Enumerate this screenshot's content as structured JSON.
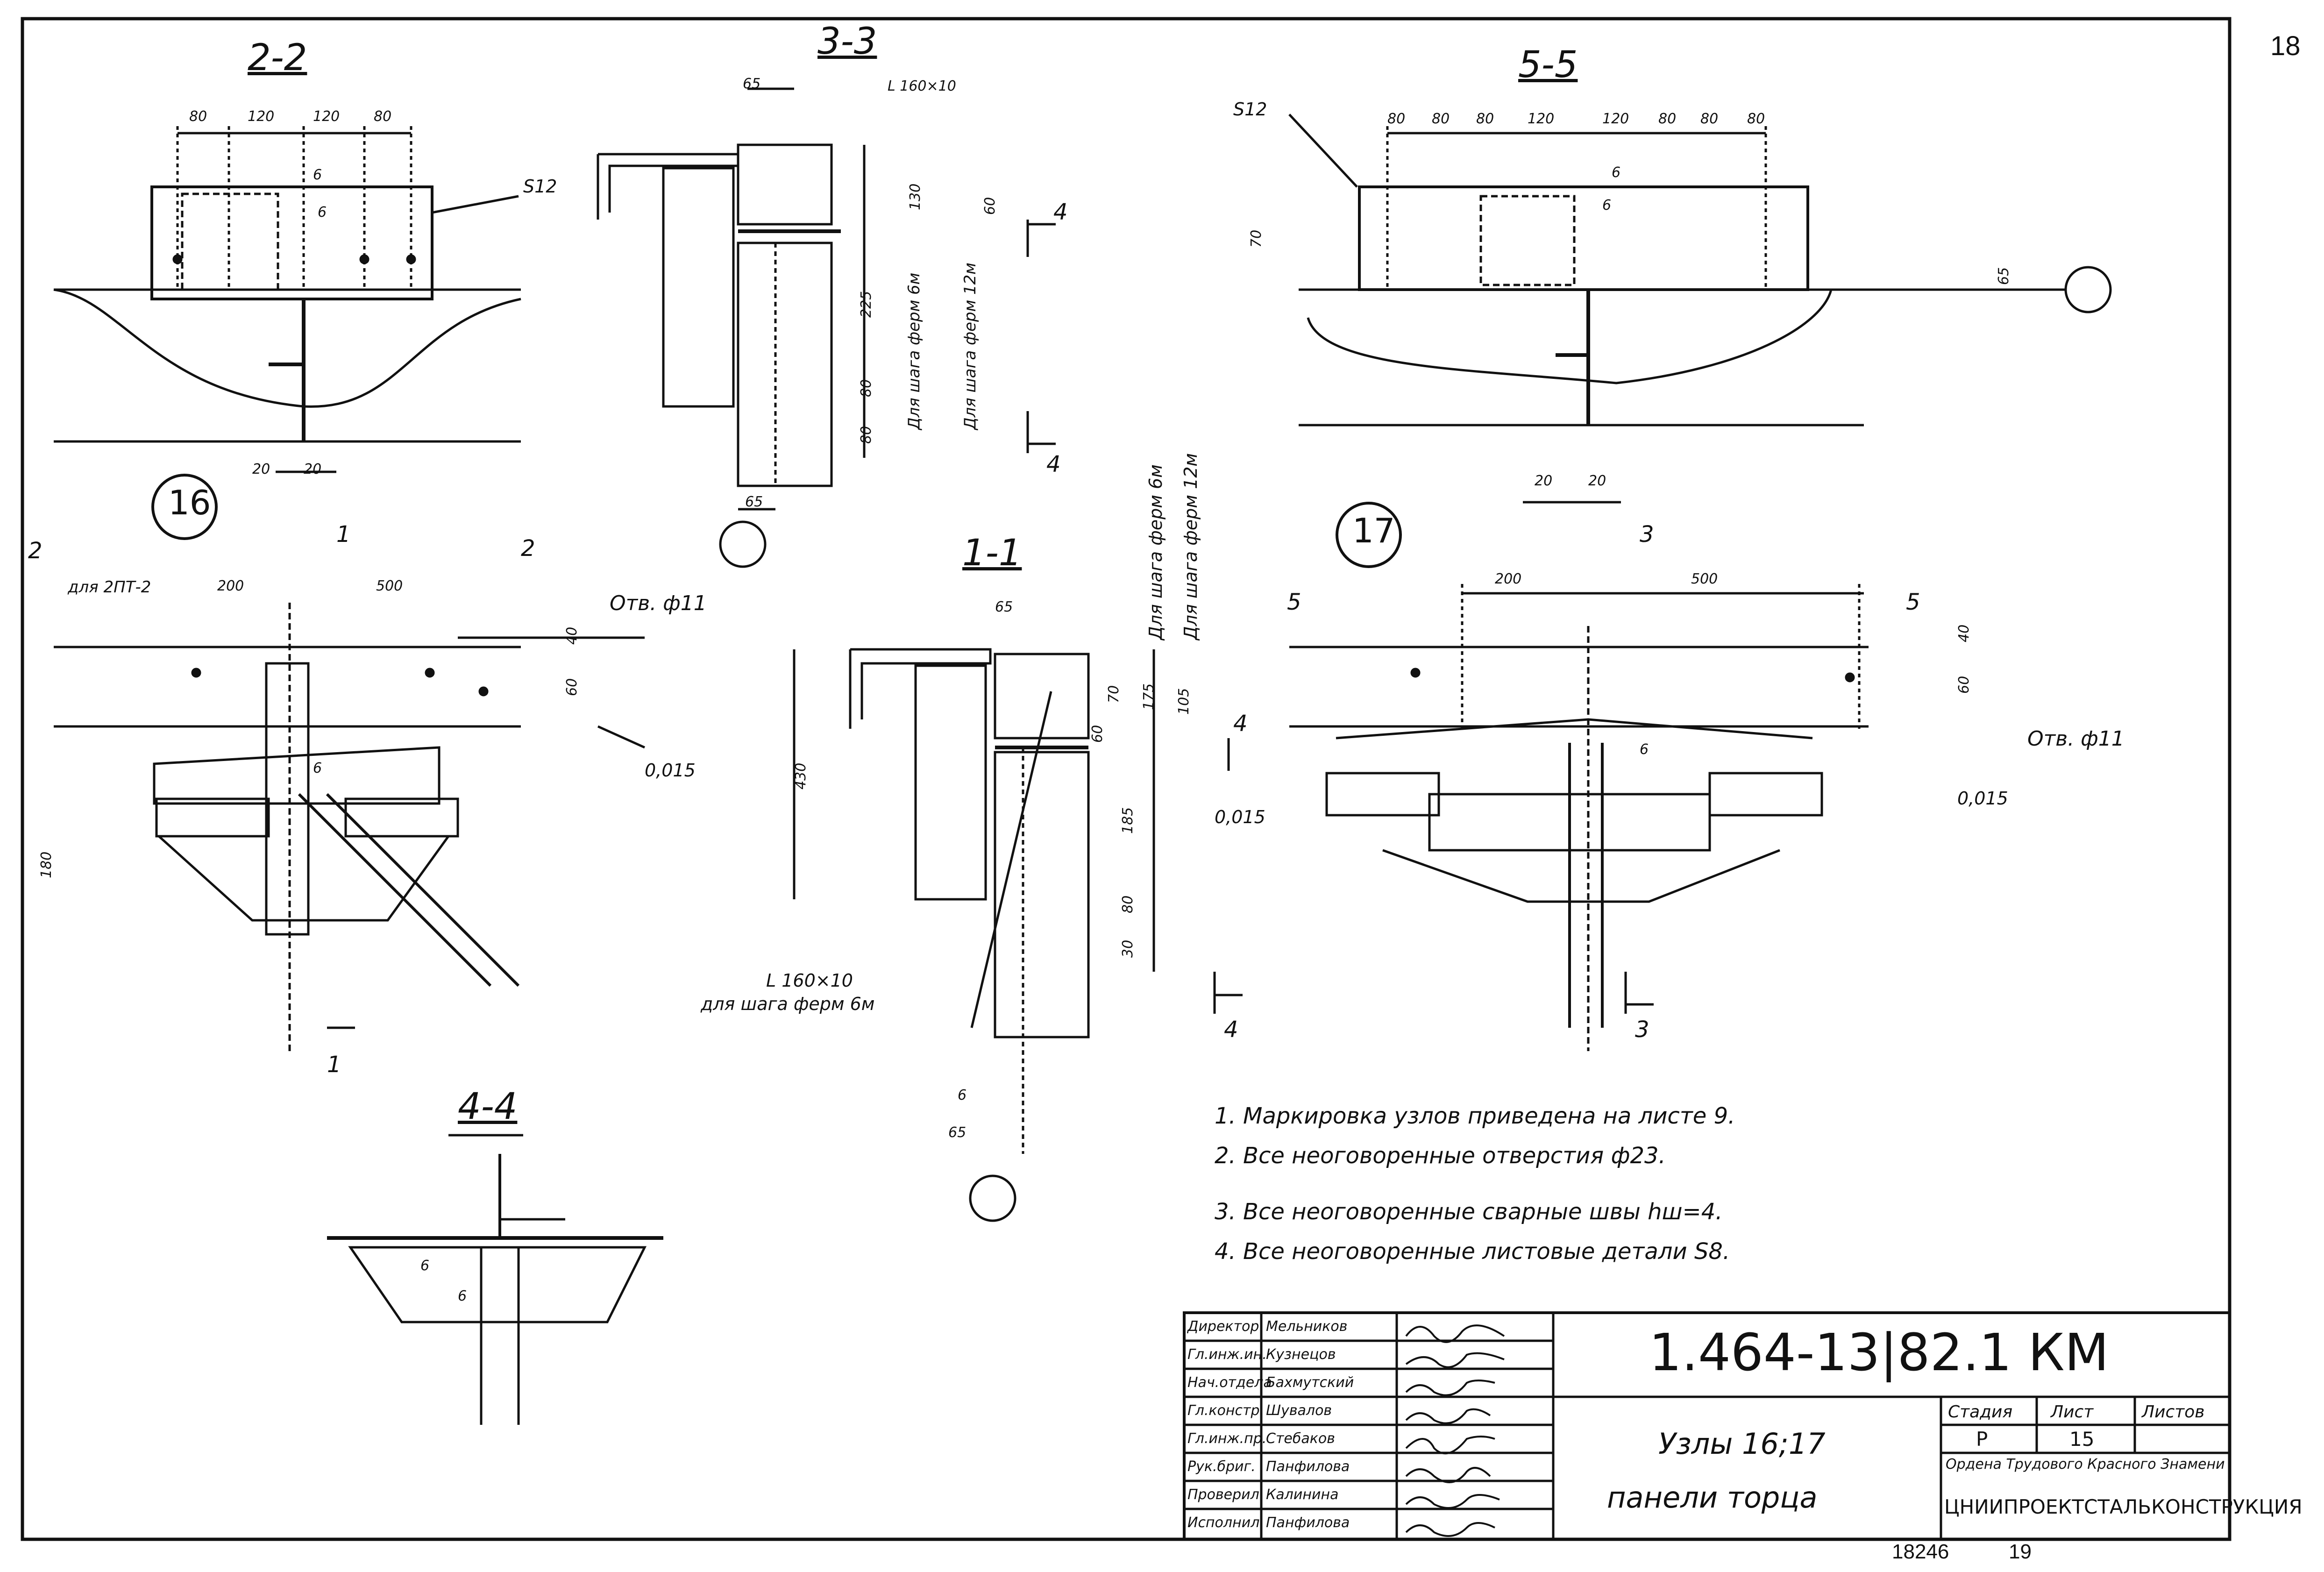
{
  "page_number": "18",
  "footer": {
    "archive_no": "18246",
    "page_no": "19"
  },
  "sections": {
    "s22": {
      "title": "2-2",
      "dims": [
        "80",
        "120",
        "120",
        "80"
      ],
      "plate": "S12",
      "weld1": "6",
      "weld2": "6",
      "bottom": [
        "20",
        "20"
      ]
    },
    "s33": {
      "title": "3-3",
      "top_dim": "65",
      "angle": "L 160×10",
      "dims": [
        "130",
        "60",
        "225",
        "80",
        "80"
      ],
      "bottom_dim": "65",
      "note_6m": "Для шага ферм 6м",
      "note_12m": "Для шага ферм 12м"
    },
    "s55": {
      "title": "5-5",
      "plate": "S12",
      "dims": [
        "80",
        "80",
        "80",
        "120",
        "120",
        "80",
        "80",
        "80"
      ],
      "weld1": "6",
      "weld2": "6",
      "side_dim": "70",
      "right_dim": "65",
      "bottom": [
        "20",
        "20"
      ]
    },
    "s11": {
      "title": "1-1",
      "top_dim": "65",
      "dims": [
        "175",
        "105",
        "60",
        "70",
        "185",
        "80",
        "30",
        "430"
      ],
      "angle": "L 160×10",
      "angle_note": "для шага ферм 6м",
      "dim6": "6",
      "dim65": "65",
      "note_6m": "Для шага ферм 6м",
      "note_12m": "Для шага ферм 12м"
    },
    "s44": {
      "title": "4-4",
      "weld1": "6",
      "weld2": "6"
    }
  },
  "node16": {
    "label": "16",
    "cut_2": "2",
    "cut_1": "1",
    "note": "для 2ПТ-2",
    "dims": [
      "200",
      "500",
      "40",
      "60",
      "180"
    ],
    "hole": "Отв. ф11",
    "slope": "0,015",
    "weld": "6"
  },
  "node17": {
    "label": "17",
    "cut_3": "3",
    "cut_5": "5",
    "cut_4": "4",
    "dims": [
      "200",
      "500",
      "40",
      "60"
    ],
    "hole": "Отв. ф11",
    "slope_left": "0,015",
    "slope_right": "0,015",
    "weld": "6"
  },
  "cuts_4": "4",
  "notes": [
    "1. Маркировка узлов приведена на листе 9.",
    "2. Все неоговоренные отверстия ф23.",
    "3. Все неоговоренные сварные швы hш=4.",
    "4. Все неоговоренные листовые детали S8."
  ],
  "title_block": {
    "code": "1.464-13|82.1 КМ",
    "sheet_title_1": "Узлы 16;17",
    "sheet_title_2": "панели торца",
    "stage_header": "Стадия",
    "sheet_header": "Лист",
    "sheets_header": "Листов",
    "stage": "Р",
    "sheet": "15",
    "sheets": "",
    "org_1": "Ордена Трудового Красного Знамени",
    "org_2": "ЦНИИПРОЕКТСТАЛЬКОНСТРУКЦИЯ",
    "staff": [
      {
        "role": "Директор",
        "name": "Мельников"
      },
      {
        "role": "Гл.инж.ин.",
        "name": "Кузнецов"
      },
      {
        "role": "Нач.отдела",
        "name": "Бахмутский"
      },
      {
        "role": "Гл.констр.",
        "name": "Шувалов"
      },
      {
        "role": "Гл.инж.пр.",
        "name": "Стебаков"
      },
      {
        "role": "Рук.бриг.",
        "name": "Панфилова"
      },
      {
        "role": "Проверил",
        "name": "Калинина"
      },
      {
        "role": "Исполнил",
        "name": "Панфилова"
      }
    ]
  }
}
